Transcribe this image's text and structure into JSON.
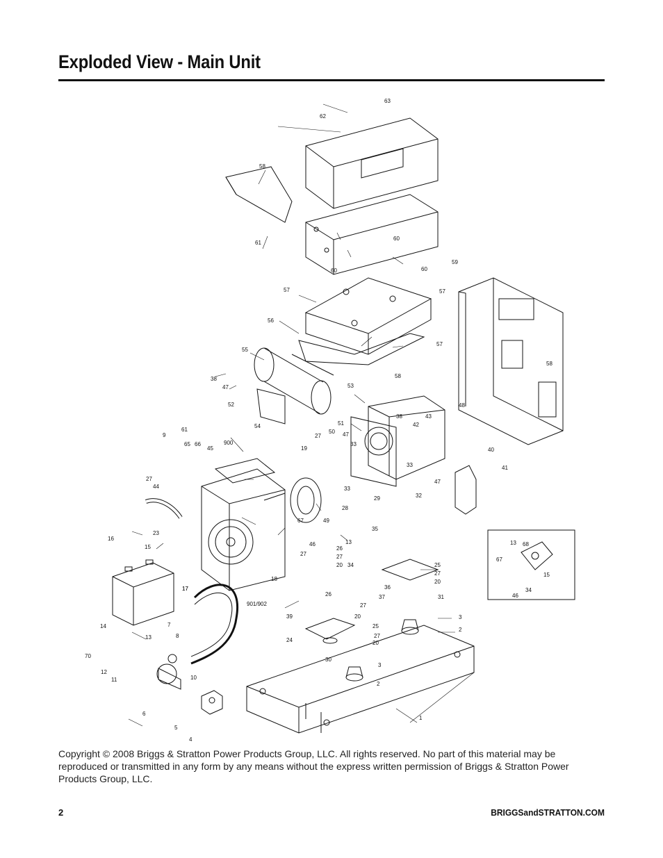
{
  "page": {
    "title": "Exploded View - Main Unit",
    "copyright": "Copyright © 2008 Briggs & Stratton Power Products Group, LLC.  All rights reserved.  No part of this material may be reproduced or transmitted in any form by any means without the express written permission of Briggs & Stratton Power Products Group, LLC.",
    "page_number": "2",
    "website": "BRIGGSandSTRATTON.COM"
  },
  "diagram": {
    "part_labels": [
      "63",
      "62",
      "58",
      "61",
      "60",
      "60",
      "60",
      "59",
      "57",
      "57",
      "56",
      "57",
      "58",
      "55",
      "38",
      "47",
      "52",
      "53",
      "48",
      "51",
      "38",
      "42",
      "43",
      "54",
      "27",
      "50",
      "47",
      "19",
      "33",
      "58",
      "9",
      "61",
      "65",
      "66",
      "45",
      "900",
      "27",
      "44",
      "33",
      "33",
      "47",
      "29",
      "32",
      "40",
      "41",
      "23",
      "28",
      "49",
      "67",
      "46",
      "35",
      "13",
      "16",
      "15",
      "17",
      "27",
      "18",
      "26",
      "27",
      "20",
      "34",
      "25",
      "27",
      "20",
      "36",
      "37",
      "31",
      "26",
      "27",
      "20",
      "17",
      "14",
      "39",
      "25",
      "27",
      "20",
      "3",
      "2",
      "7",
      "13",
      "8",
      "24",
      "30",
      "3",
      "70",
      "12",
      "11",
      "10",
      "2",
      "6",
      "5",
      "4",
      "1",
      "901/902",
      "13",
      "68",
      "67",
      "15",
      "46",
      "34"
    ]
  }
}
